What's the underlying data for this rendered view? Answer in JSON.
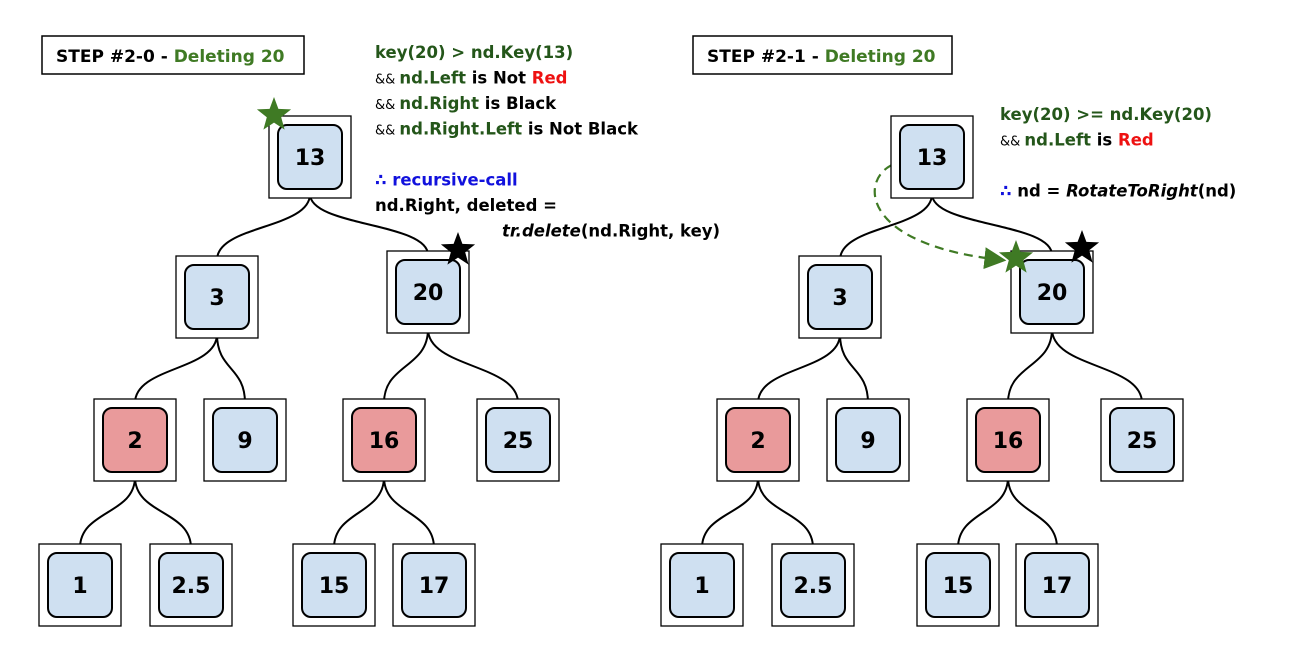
{
  "colors": {
    "green": "#3f7a24",
    "dark_green": "#24561a",
    "red": "#ee1111",
    "blue": "#1111dd",
    "black_node_fill": "#cfe0f1",
    "red_node_fill": "#e99a9b",
    "black": "#000000"
  },
  "panels": [
    {
      "title_prefix": "STEP #2-0 - ",
      "title_action": "Deleting 20",
      "nodes": [
        {
          "id": "13",
          "label": "13",
          "color": "black"
        },
        {
          "id": "3",
          "label": "3",
          "color": "black"
        },
        {
          "id": "20",
          "label": "20",
          "color": "black"
        },
        {
          "id": "2",
          "label": "2",
          "color": "red"
        },
        {
          "id": "9",
          "label": "9",
          "color": "black"
        },
        {
          "id": "16",
          "label": "16",
          "color": "red"
        },
        {
          "id": "25",
          "label": "25",
          "color": "black"
        },
        {
          "id": "1",
          "label": "1",
          "color": "black"
        },
        {
          "id": "2.5",
          "label": "2.5",
          "color": "black"
        },
        {
          "id": "15",
          "label": "15",
          "color": "black"
        },
        {
          "id": "17",
          "label": "17",
          "color": "black"
        }
      ],
      "edges": [
        [
          "13",
          "3"
        ],
        [
          "13",
          "20"
        ],
        [
          "3",
          "2"
        ],
        [
          "3",
          "9"
        ],
        [
          "20",
          "16"
        ],
        [
          "20",
          "25"
        ],
        [
          "2",
          "1"
        ],
        [
          "2",
          "2.5"
        ],
        [
          "16",
          "15"
        ],
        [
          "16",
          "17"
        ]
      ],
      "markers": [
        {
          "icon": "green-star-icon",
          "node": "13"
        },
        {
          "icon": "black-star-icon",
          "node": "20"
        }
      ],
      "annotation_lines": [
        {
          "segments": [
            {
              "text": "key(20) > nd.Key(13)",
              "style": "dark_green"
            }
          ]
        },
        {
          "segments": [
            {
              "text": "&& ",
              "style": "small"
            },
            {
              "text": "nd.Left",
              "style": "dark_green"
            },
            {
              "text": " is Not ",
              "style": "black"
            },
            {
              "text": "Red",
              "style": "red"
            }
          ]
        },
        {
          "segments": [
            {
              "text": "&& ",
              "style": "small"
            },
            {
              "text": "nd.Right",
              "style": "dark_green"
            },
            {
              "text": " is Black",
              "style": "black"
            }
          ]
        },
        {
          "segments": [
            {
              "text": "&& ",
              "style": "small"
            },
            {
              "text": "nd.Right.Left",
              "style": "dark_green"
            },
            {
              "text": " is Not Black",
              "style": "black"
            }
          ]
        },
        {
          "segments": []
        },
        {
          "segments": [
            {
              "text": "∴ recursive-call",
              "style": "blue"
            }
          ]
        },
        {
          "segments": [
            {
              "text": "nd.Right, deleted =",
              "style": "black"
            }
          ]
        },
        {
          "segments": [
            {
              "text": "tr.delete",
              "style": "black_italic"
            },
            {
              "text": "(nd.Right, key)",
              "style": "black"
            }
          ],
          "indent": true
        }
      ]
    },
    {
      "title_prefix": "STEP #2-1 - ",
      "title_action": "Deleting 20",
      "nodes": [
        {
          "id": "13",
          "label": "13",
          "color": "black"
        },
        {
          "id": "3",
          "label": "3",
          "color": "black"
        },
        {
          "id": "20",
          "label": "20",
          "color": "black"
        },
        {
          "id": "2",
          "label": "2",
          "color": "red"
        },
        {
          "id": "9",
          "label": "9",
          "color": "black"
        },
        {
          "id": "16",
          "label": "16",
          "color": "red"
        },
        {
          "id": "25",
          "label": "25",
          "color": "black"
        },
        {
          "id": "1",
          "label": "1",
          "color": "black"
        },
        {
          "id": "2.5",
          "label": "2.5",
          "color": "black"
        },
        {
          "id": "15",
          "label": "15",
          "color": "black"
        },
        {
          "id": "17",
          "label": "17",
          "color": "black"
        }
      ],
      "edges": [
        [
          "13",
          "3"
        ],
        [
          "13",
          "20"
        ],
        [
          "3",
          "2"
        ],
        [
          "3",
          "9"
        ],
        [
          "20",
          "16"
        ],
        [
          "20",
          "25"
        ],
        [
          "2",
          "1"
        ],
        [
          "2",
          "2.5"
        ],
        [
          "16",
          "15"
        ],
        [
          "16",
          "17"
        ]
      ],
      "markers": [
        {
          "icon": "green-star-icon",
          "node": "20"
        },
        {
          "icon": "black-star-icon",
          "node": "20"
        }
      ],
      "arrow": {
        "from": "13",
        "to": "20",
        "style": "dashed",
        "color": "green"
      },
      "annotation_lines": [
        {
          "segments": [
            {
              "text": "key(20) >= nd.Key(20)",
              "style": "dark_green"
            }
          ]
        },
        {
          "segments": [
            {
              "text": "&& ",
              "style": "small"
            },
            {
              "text": "nd.Left",
              "style": "dark_green"
            },
            {
              "text": " is ",
              "style": "black"
            },
            {
              "text": "Red",
              "style": "red"
            }
          ]
        },
        {
          "segments": []
        },
        {
          "segments": [
            {
              "text": "∴ ",
              "style": "blue"
            },
            {
              "text": "nd = ",
              "style": "black"
            },
            {
              "text": "RotateToRight",
              "style": "black_italic"
            },
            {
              "text": "(nd)",
              "style": "black"
            }
          ]
        }
      ]
    }
  ]
}
